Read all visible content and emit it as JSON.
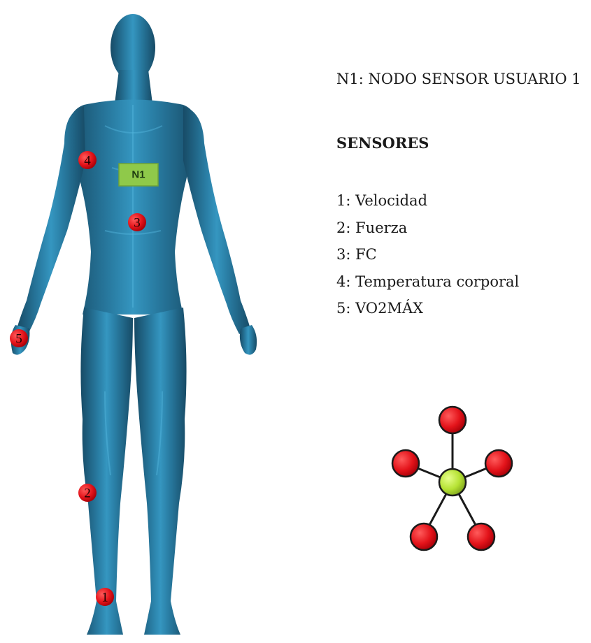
{
  "node_label": "N1",
  "node_title": "N1: NODO SENSOR USUARIO 1",
  "sensors_heading": "SENSORES",
  "sensors": [
    {
      "number": "1",
      "label": "1: Velocidad"
    },
    {
      "number": "2",
      "label": "2: Fuerza"
    },
    {
      "number": "3",
      "label": "3: FC"
    },
    {
      "number": "4",
      "label": "4: Temperatura corporal"
    },
    {
      "number": "5",
      "label": "5: VO2MÁX"
    }
  ],
  "colors": {
    "body": "#1f5f80",
    "body_highlight": "#2f8cb3",
    "sensor_marker": "#e8141b",
    "node": "#8fc94a",
    "star_center": "#b8e63a",
    "text": "#1a1a1a"
  }
}
